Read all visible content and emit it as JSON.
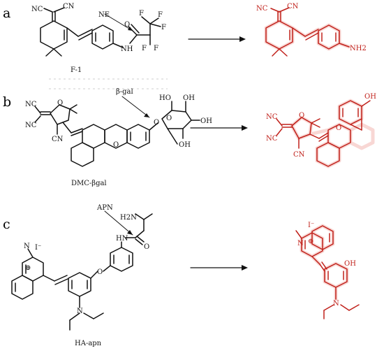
{
  "panels": [
    {
      "letter": "a",
      "compound": "F-1",
      "enzyme": "NE",
      "groups": [
        "NC",
        "CN",
        "NH",
        "O",
        "F",
        "F",
        "F",
        "F",
        "F"
      ],
      "product_groups": [
        "NC",
        "CN",
        "NH2"
      ]
    },
    {
      "letter": "b",
      "compound": "DMC-βgal",
      "enzyme": "β-gal",
      "groups": [
        "NC",
        "NC",
        "CN",
        "O",
        "O",
        "O",
        "O",
        "HO",
        "OH",
        "OH",
        "OH"
      ],
      "product_groups": [
        "NC",
        "NC",
        "CN",
        "O",
        "O",
        "OH"
      ]
    },
    {
      "letter": "c",
      "compound": "HA-apn",
      "enzyme": "APN",
      "groups": [
        "N",
        "I⁻",
        "⊕",
        "H2N",
        "HN",
        "O",
        "O",
        "N"
      ],
      "product_groups": [
        "N",
        "I⁻",
        "⊕",
        "OH",
        "N"
      ]
    }
  ],
  "colors": {
    "reactant": "#111111",
    "product": "#c0201a",
    "highlight": "#f4b7b2"
  }
}
